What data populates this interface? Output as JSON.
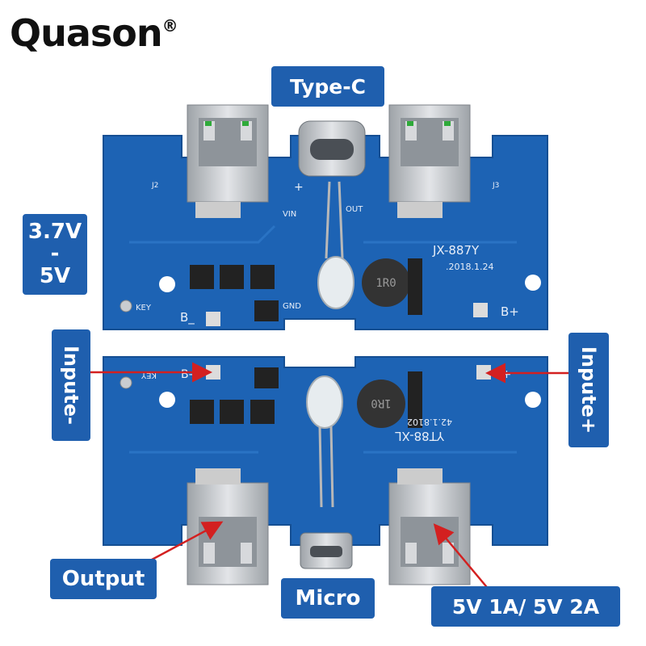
{
  "brand": {
    "name": "Quason",
    "mark": "®"
  },
  "callouts": {
    "type_c": "Type-C",
    "voltage_top": "3.7V",
    "voltage_dash": "-",
    "voltage_bottom": "5V",
    "input_minus": "Inpute-",
    "input_plus": "Inpute+",
    "output": "Output",
    "micro": "Micro",
    "ratings": "5V 1A/ 5V 2A"
  },
  "board_top": {
    "model": "JX-887Y",
    "date": ".2018.1.24",
    "pad_minus": "B_",
    "pad_plus": "B+",
    "key": "KEY",
    "j2": "J2",
    "j3": "J3",
    "vin": "VIN",
    "out": "OUT",
    "gnd": "GND",
    "inductor": "1R0",
    "plus_mark": "+"
  },
  "board_bottom": {
    "model": "YT88-XL",
    "date": "42.1.8102",
    "key": "KEY",
    "pad_minus": "B-",
    "pad_plus": "B+",
    "inductor": "1R0"
  },
  "colors": {
    "pcb": "#1d63b4",
    "pcb_dark": "#16539a",
    "callout": "#1f5fae",
    "arrow": "#d32020",
    "metal": "#c9ccd0"
  }
}
